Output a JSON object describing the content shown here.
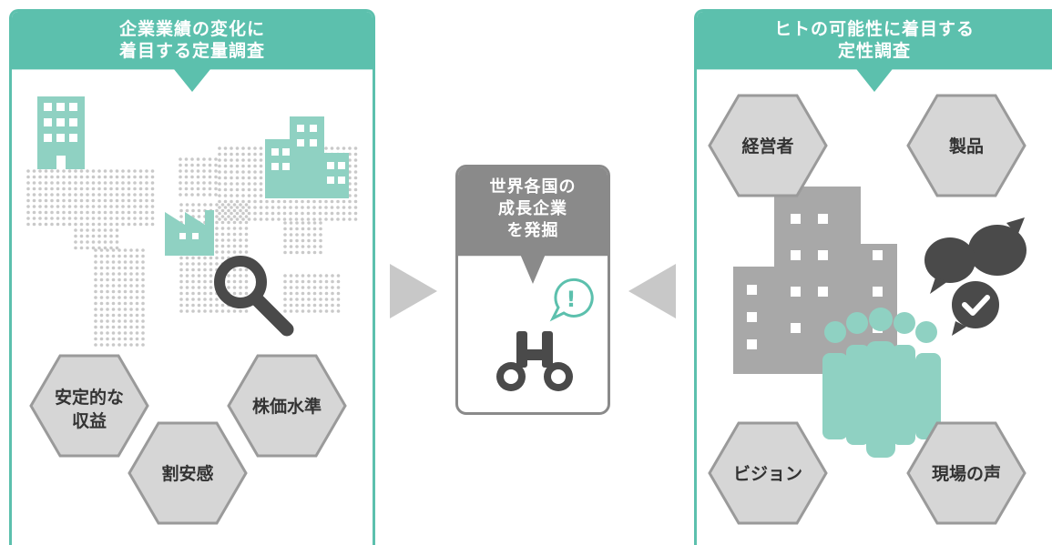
{
  "left_panel": {
    "title_line1": "企業業績の変化に",
    "title_line2": "着目する定量調査",
    "hexagons": [
      {
        "line1": "安定的な",
        "line2": "収益"
      },
      {
        "line1": "割安感"
      },
      {
        "line1": "株価水準"
      }
    ]
  },
  "center_card": {
    "title_line1": "世界各国の",
    "title_line2": "成長企業",
    "title_line3": "を発掘",
    "alert_glyph": "!"
  },
  "right_panel": {
    "title_line1": "ヒトの可能性に着目する",
    "title_line2": "定性調査",
    "hexagons": [
      {
        "line1": "経営者"
      },
      {
        "line1": "製品"
      },
      {
        "line1": "ビジョン"
      },
      {
        "line1": "現場の声"
      }
    ]
  },
  "colors": {
    "teal": "#5cc0ad",
    "light_teal": "#8fd1c2",
    "gray": "#8a8a8a",
    "dark": "#4a4a4a",
    "hex_fill": "#d6d6d6"
  },
  "icons": [
    "building-icon",
    "factory-icon",
    "world-map",
    "magnifier-icon",
    "binoculars-icon",
    "alert-bubble-icon",
    "speech-bubbles-icon",
    "check-icon",
    "people-group-icon"
  ]
}
